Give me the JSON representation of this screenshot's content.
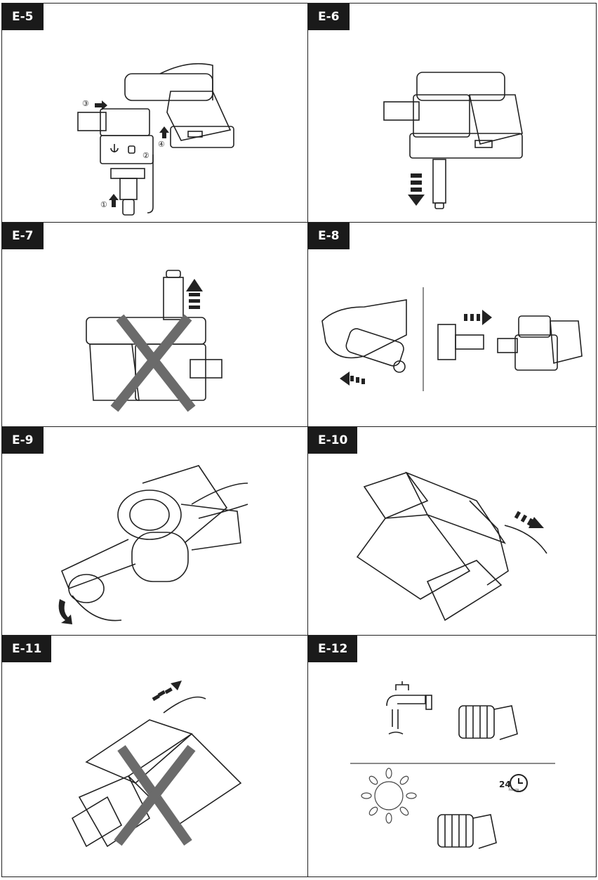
{
  "panels": [
    {
      "id": "E-5",
      "label": "E-5",
      "steps": [
        "①",
        "②",
        "③",
        "④"
      ]
    },
    {
      "id": "E-6",
      "label": "E-6"
    },
    {
      "id": "E-7",
      "label": "E-7"
    },
    {
      "id": "E-8",
      "label": "E-8"
    },
    {
      "id": "E-9",
      "label": "E-9"
    },
    {
      "id": "E-10",
      "label": "E-10"
    },
    {
      "id": "E-11",
      "label": "E-11"
    },
    {
      "id": "E-12",
      "label": "E-12",
      "badge": {
        "number": "24",
        "unit": "hours"
      }
    }
  ],
  "icons": {
    "arrow": "dashed-arrow-icon",
    "cross": "prohibited-x-icon",
    "faucet": "faucet-icon",
    "sun": "sun-icon",
    "clock": "clock-icon"
  },
  "colors": {
    "line": "#222222",
    "cross": "#6b6b6b",
    "tag_bg": "#1a1a1a",
    "tag_text": "#ffffff"
  }
}
